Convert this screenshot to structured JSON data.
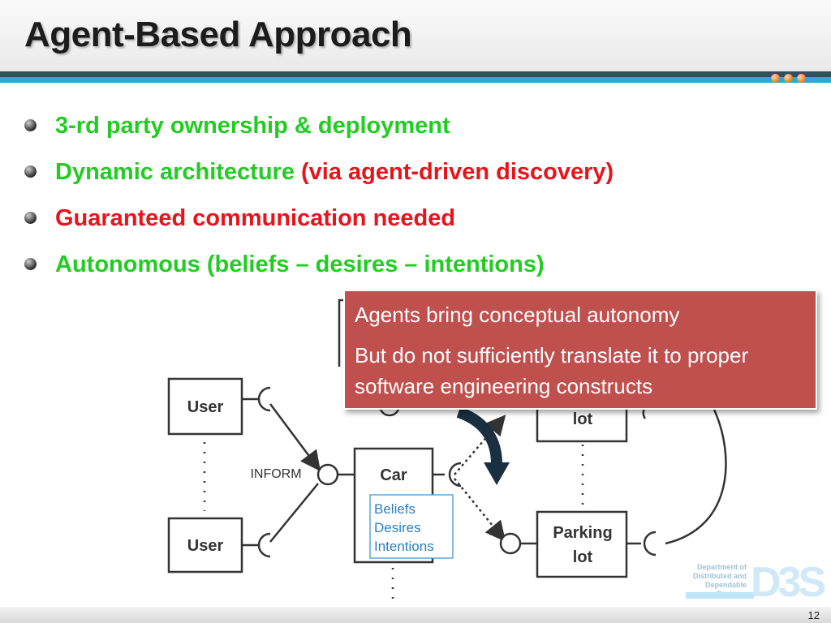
{
  "slide": {
    "title": "Agent-Based Approach",
    "page_number": "12"
  },
  "bullets": [
    {
      "parts": [
        "3-rd party ownership & deployment"
      ]
    },
    {
      "parts": [
        "Dynamic architecture ",
        "(via agent-driven discovery)"
      ]
    },
    {
      "parts": [
        "Guaranteed communication needed"
      ]
    },
    {
      "parts": [
        "Autonomous (beliefs – desires – intentions)"
      ]
    }
  ],
  "colors": {
    "green": "#22cc22",
    "red": "#e8141c",
    "callout_bg": "#c0504d",
    "accent_blue": "#29a9d8",
    "dark_band": "#2f4f63"
  },
  "callout": {
    "line1": "Agents bring conceptual autonomy",
    "line2": "But do not sufficiently translate it to proper software engineering constructs"
  },
  "diagram": {
    "user1": "User",
    "user2": "User",
    "inform": "INFORM",
    "car": "Car",
    "car_attrs": [
      "Beliefs",
      "Desires",
      "Intentions"
    ],
    "lot_top": "lot",
    "parking1": "Parking",
    "parking2": "lot"
  },
  "logo": {
    "lines": [
      "Department of",
      "Distributed and",
      "Dependable",
      "Systems"
    ],
    "mark": "D3S"
  }
}
